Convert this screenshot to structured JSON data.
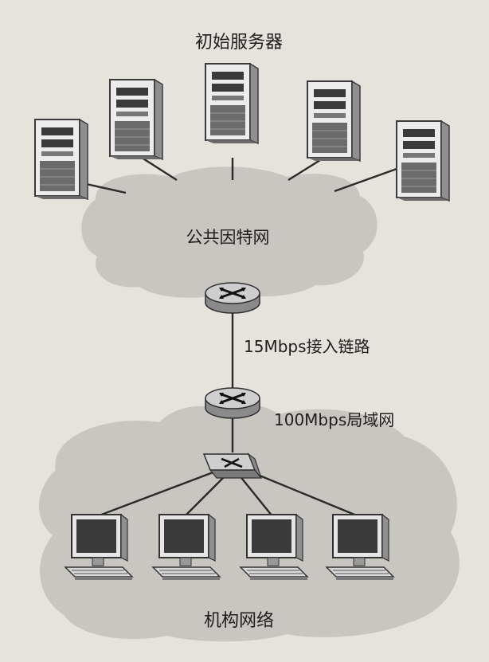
{
  "diagram": {
    "origin_servers_label": "初始服务器",
    "internet_label": "公共因特网",
    "access_link_label": "15Mbps接入链路",
    "lan_label": "100Mbps局域网",
    "institution_label": "机构网络"
  },
  "icons": {
    "server": "server-tower-icon",
    "router": "router-icon",
    "switch": "switch-icon",
    "computer": "desktop-computer-icon"
  },
  "colors": {
    "background": "#e6e2dc",
    "cloud": "#c9c6c1",
    "equipment_dark": "#3a3a3a",
    "equipment_light": "#ececec",
    "line": "#2a2a2a"
  }
}
